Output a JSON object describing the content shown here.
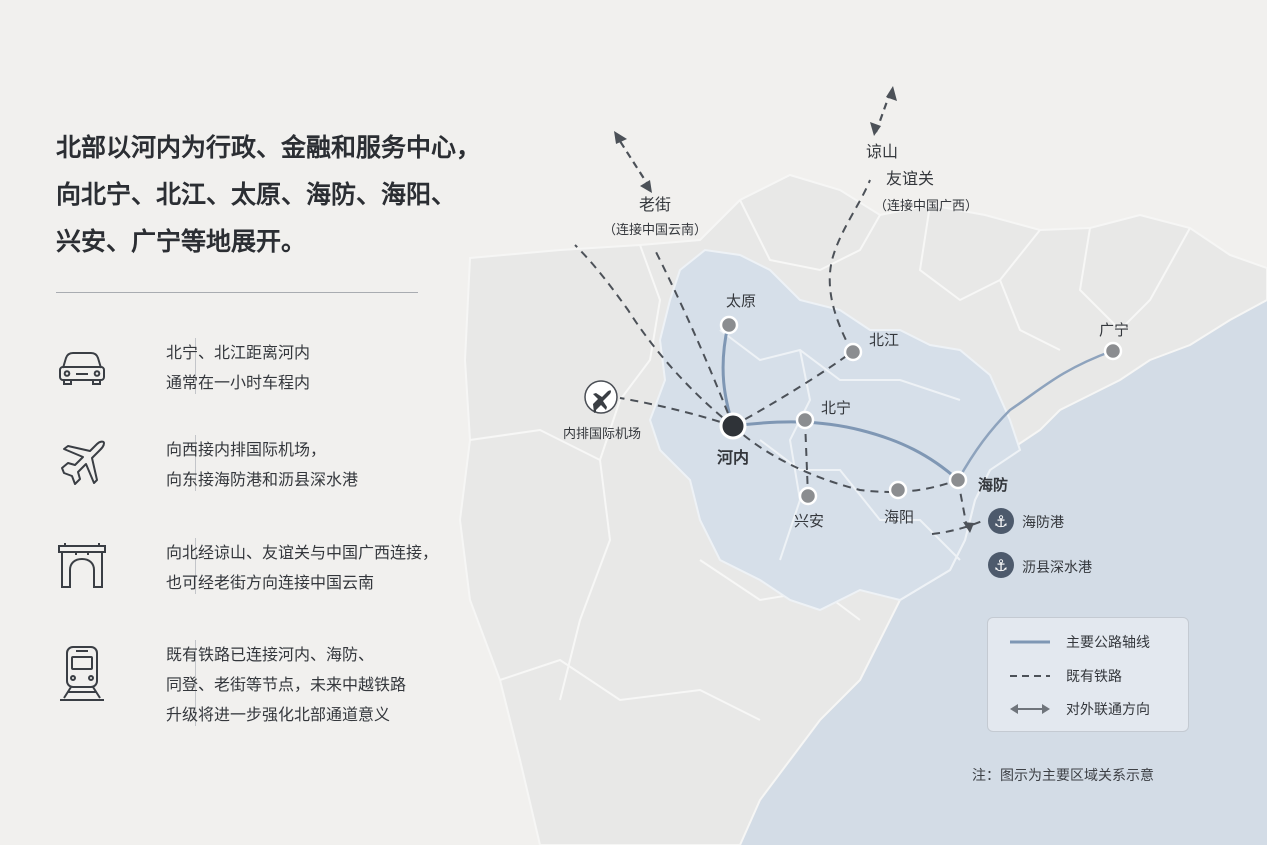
{
  "headline": [
    "北部以河内为行政、金融和服务中心，",
    "向北宁、北江、太原、海防、海阳、",
    "兴安、广宁等地展开。"
  ],
  "features": [
    {
      "icon": "car-icon",
      "lines": [
        "北宁、北江距离河内",
        "通常在一小时车程内"
      ]
    },
    {
      "icon": "airplane-icon",
      "lines": [
        "向西接内排国际机场，",
        "向东接海防港和沥县深水港"
      ]
    },
    {
      "icon": "border-gate-icon",
      "lines": [
        "向北经谅山、友谊关与中国广西连接，",
        "也可经老街方向连接中国云南"
      ]
    },
    {
      "icon": "train-icon",
      "lines": [
        "既有铁路已连接河内、海防、",
        "同登、老街等节点，未来中越铁路",
        "升级将进一步强化北部通道意义"
      ]
    }
  ],
  "map": {
    "hub": "河内",
    "cities": [
      "太原",
      "北江",
      "北宁",
      "海防",
      "海阳",
      "兴安",
      "广宁"
    ],
    "airport": "内排国际机场",
    "ports": [
      "海防港",
      "沥县深水港"
    ],
    "laocai": {
      "name": "老街",
      "note": "（连接中国云南）"
    },
    "langson": {
      "name": "谅山",
      "name2": "友谊关",
      "note": "（连接中国广西）"
    }
  },
  "legend": {
    "road": "主要公路轴线",
    "rail": "既有铁路",
    "external": "对外联通方向"
  },
  "note": "注：图示为主要区域关系示意",
  "colors": {
    "land": "#e7e7e7",
    "region": "#d5dee9",
    "sea": "#d2dbe5",
    "road": "#7f97b4",
    "rail": "#4a4f56",
    "city_dot": "#8b8d90",
    "port": "#4d5a6c"
  }
}
